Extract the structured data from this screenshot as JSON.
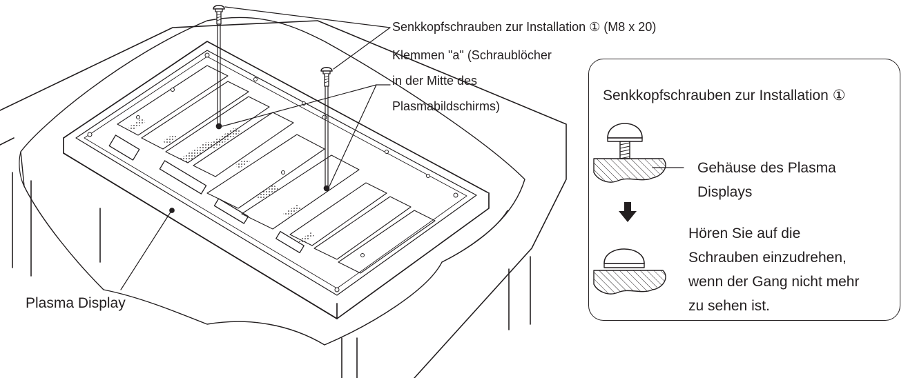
{
  "labels": {
    "screws_install": "Senkkopfschrauben zur Installation ① (M8 x 20)",
    "clamps_line1": "Klemmen \"a\" (Schraublöcher",
    "clamps_line2": "in der Mitte des",
    "clamps_line3": "Plasmabildschirms)",
    "plasma_display": "Plasma Display"
  },
  "callout": {
    "title": "Senkkopfschrauben zur Installation ①",
    "housing_line1": "Gehäuse des Plasma",
    "housing_line2": "Displays",
    "instruction_line1": "Hören Sie auf die",
    "instruction_line2": "Schrauben einzudrehen,",
    "instruction_line3": "wenn der Gang nicht mehr",
    "instruction_line4": "zu sehen ist."
  },
  "icons": {
    "screw": "countersunk-screw-icon",
    "arrow": "arrow-down-icon"
  },
  "colors": {
    "ink": "#231f20",
    "background": "#ffffff"
  }
}
